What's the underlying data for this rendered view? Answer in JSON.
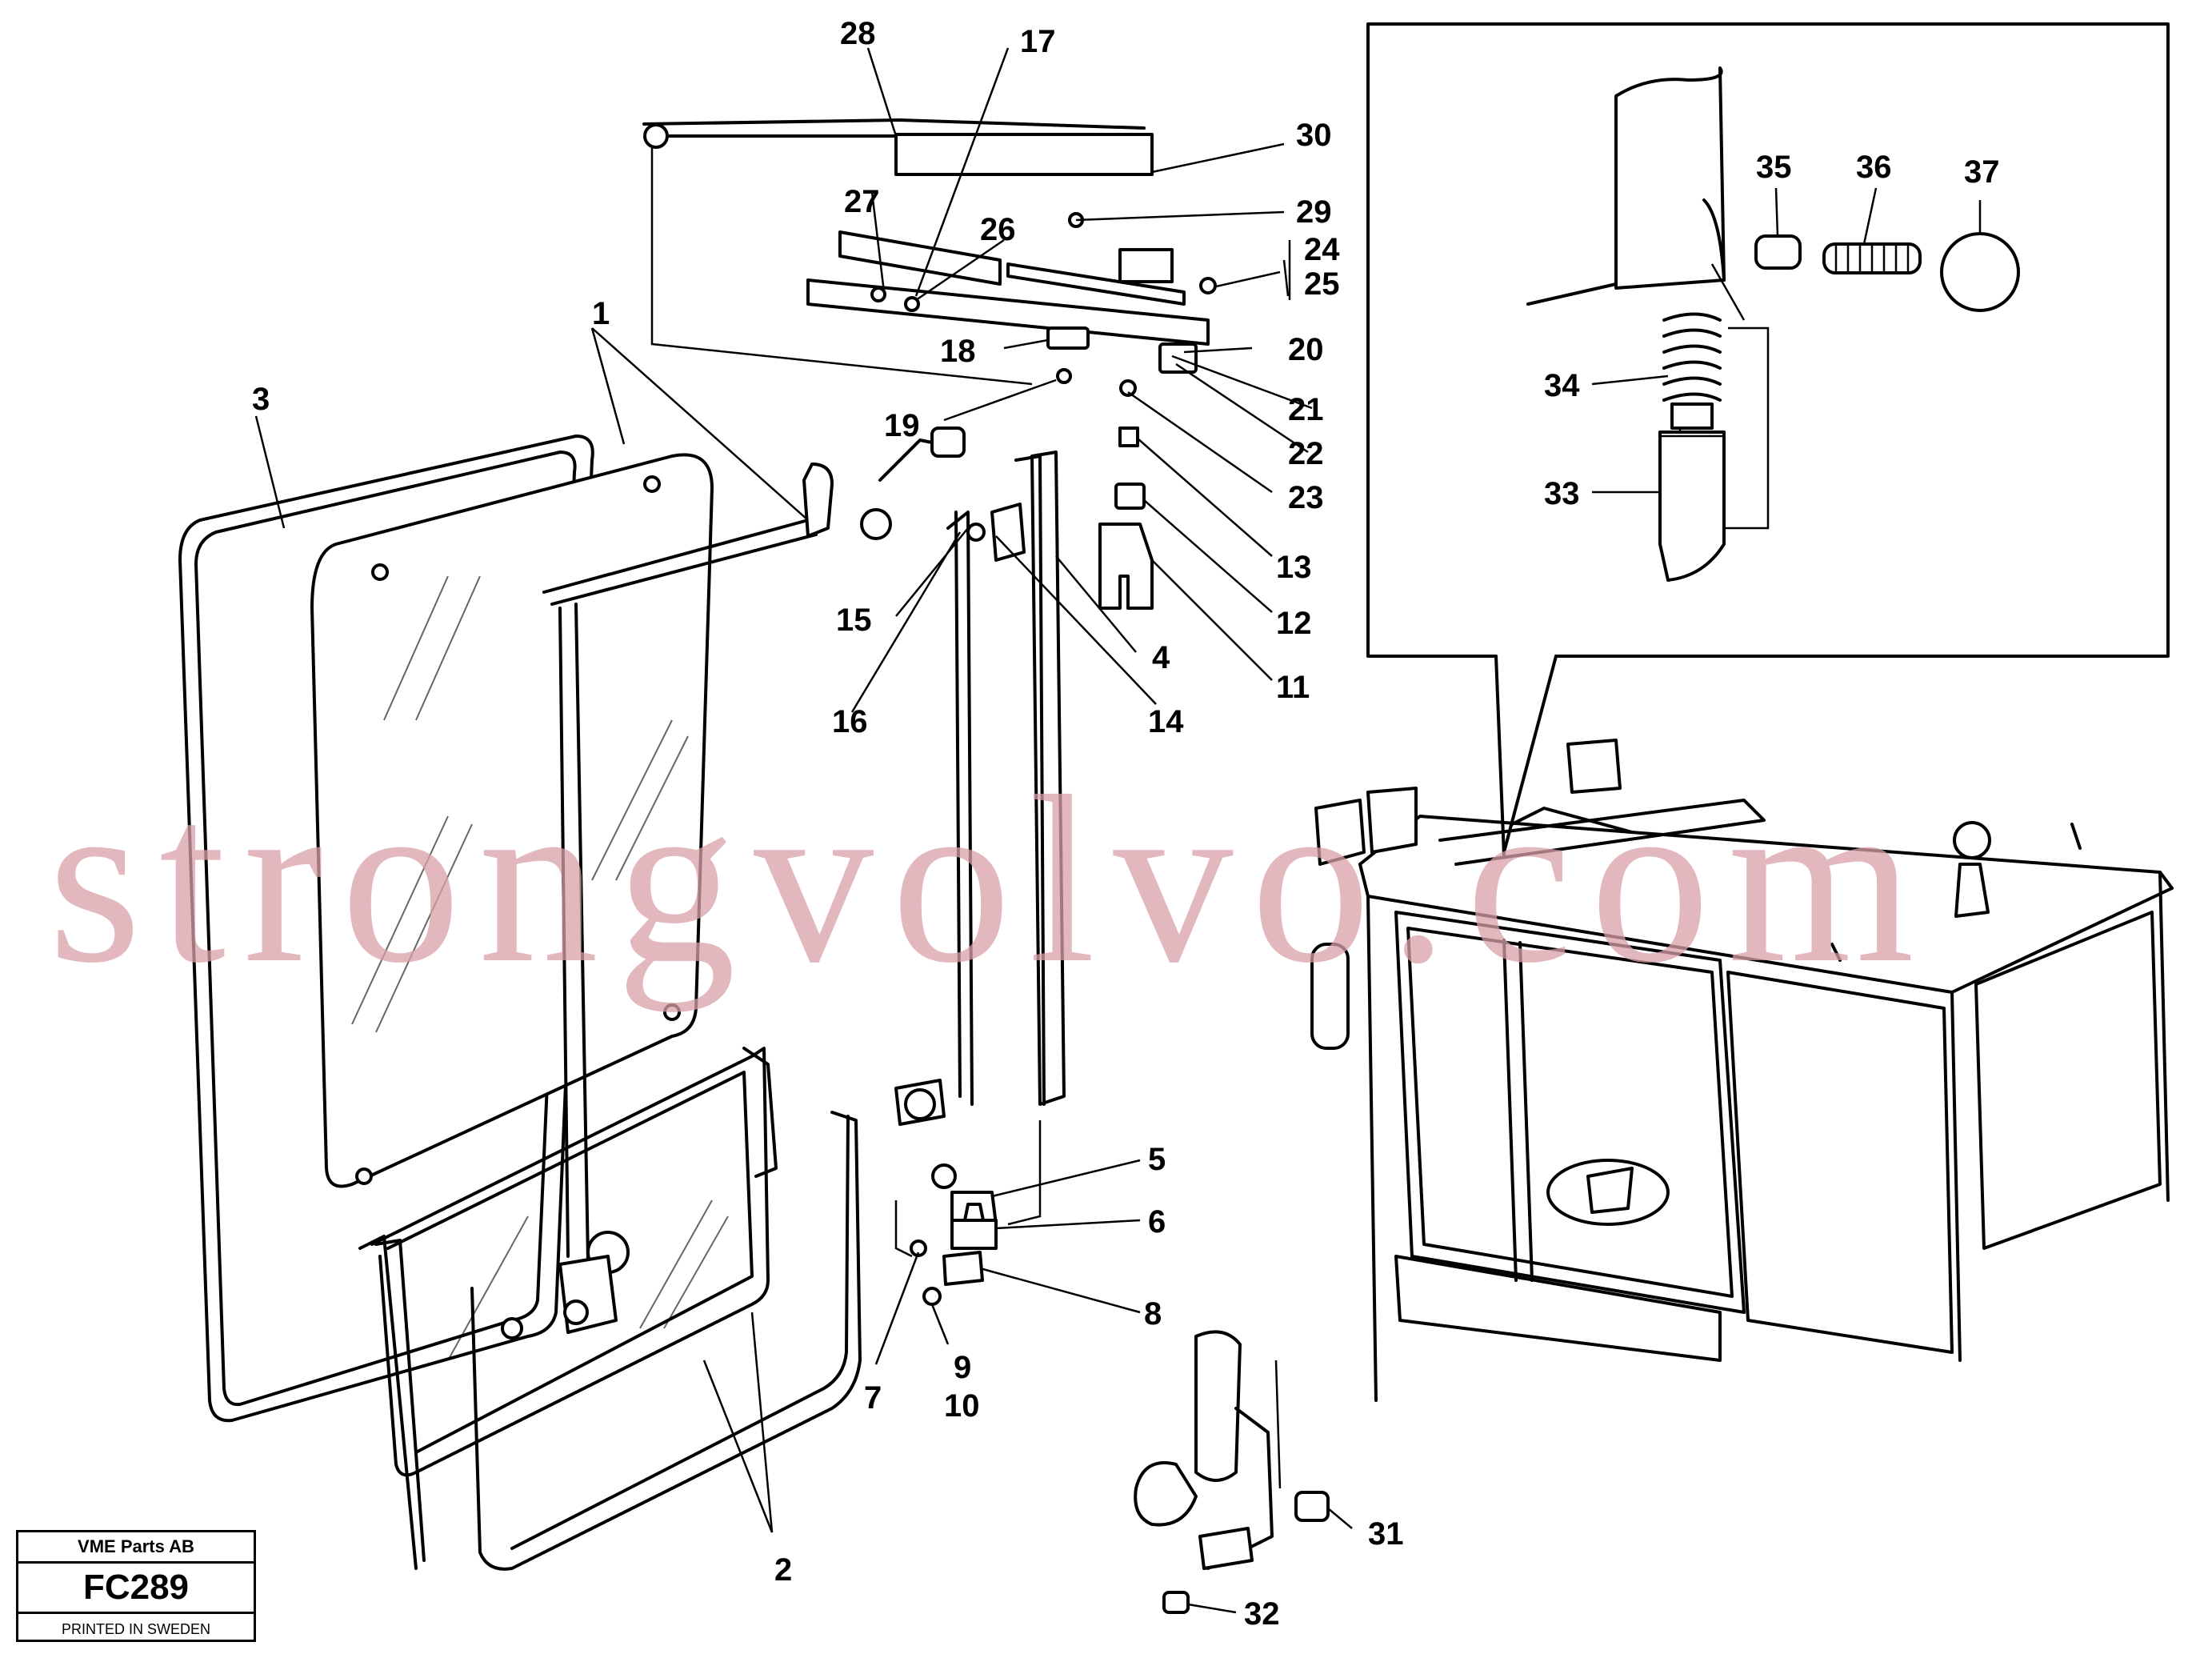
{
  "watermark": "strongvolvo.com",
  "title_block": {
    "company": "VME Parts AB",
    "code": "FC289",
    "printed": "PRINTED IN SWEDEN"
  },
  "callouts": {
    "c1": "1",
    "c2": "2",
    "c3": "3",
    "c4": "4",
    "c5": "5",
    "c6": "6",
    "c7": "7",
    "c8": "8",
    "c9": "9",
    "c10": "10",
    "c11": "11",
    "c12": "12",
    "c13": "13",
    "c14": "14",
    "c15": "15",
    "c16": "16",
    "c17": "17",
    "c18": "18",
    "c19": "19",
    "c20": "20",
    "c21": "21",
    "c22": "22",
    "c23": "23",
    "c24": "24",
    "c25": "25",
    "c26": "26",
    "c27": "27",
    "c28": "28",
    "c29": "29",
    "c30": "30",
    "c31": "31",
    "c32": "32",
    "c33": "33",
    "c34": "34",
    "c35": "35",
    "c36": "36",
    "c37": "37"
  }
}
